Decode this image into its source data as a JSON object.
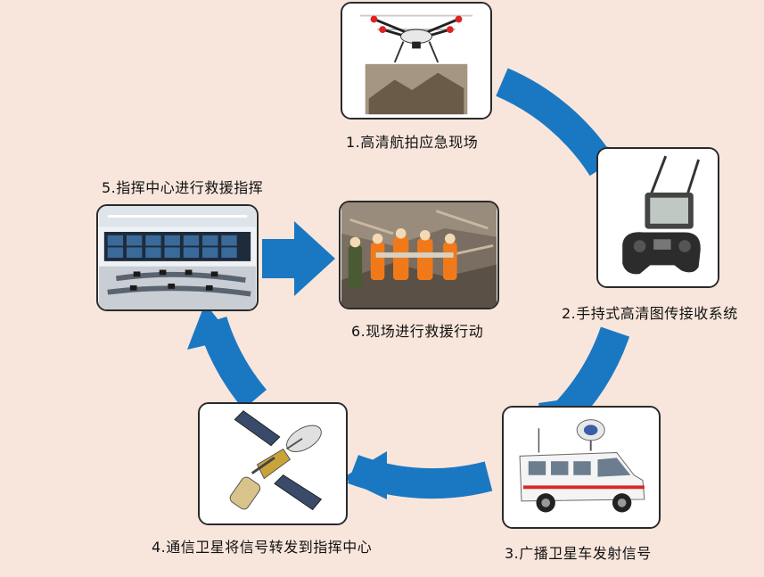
{
  "colors": {
    "background": "#f8e6dc",
    "cycle_arrow": "#1a78c2",
    "frame_border": "#2a2a2a",
    "label_text": "#111111"
  },
  "steps": [
    {
      "label": "1.高清航拍应急现场",
      "icon": "drone-icon"
    },
    {
      "label": "2.手持式高清图传接收系统",
      "icon": "handheld-receiver-icon"
    },
    {
      "label": "3.广播卫星车发射信号",
      "icon": "satellite-van-icon"
    },
    {
      "label": "4.通信卫星将信号转发到指挥中心",
      "icon": "communication-satellite-icon"
    },
    {
      "label": "5.指挥中心进行救援指挥",
      "icon": "command-center-icon"
    },
    {
      "label": "6.现场进行救援行动",
      "icon": "rescue-team-icon"
    }
  ]
}
